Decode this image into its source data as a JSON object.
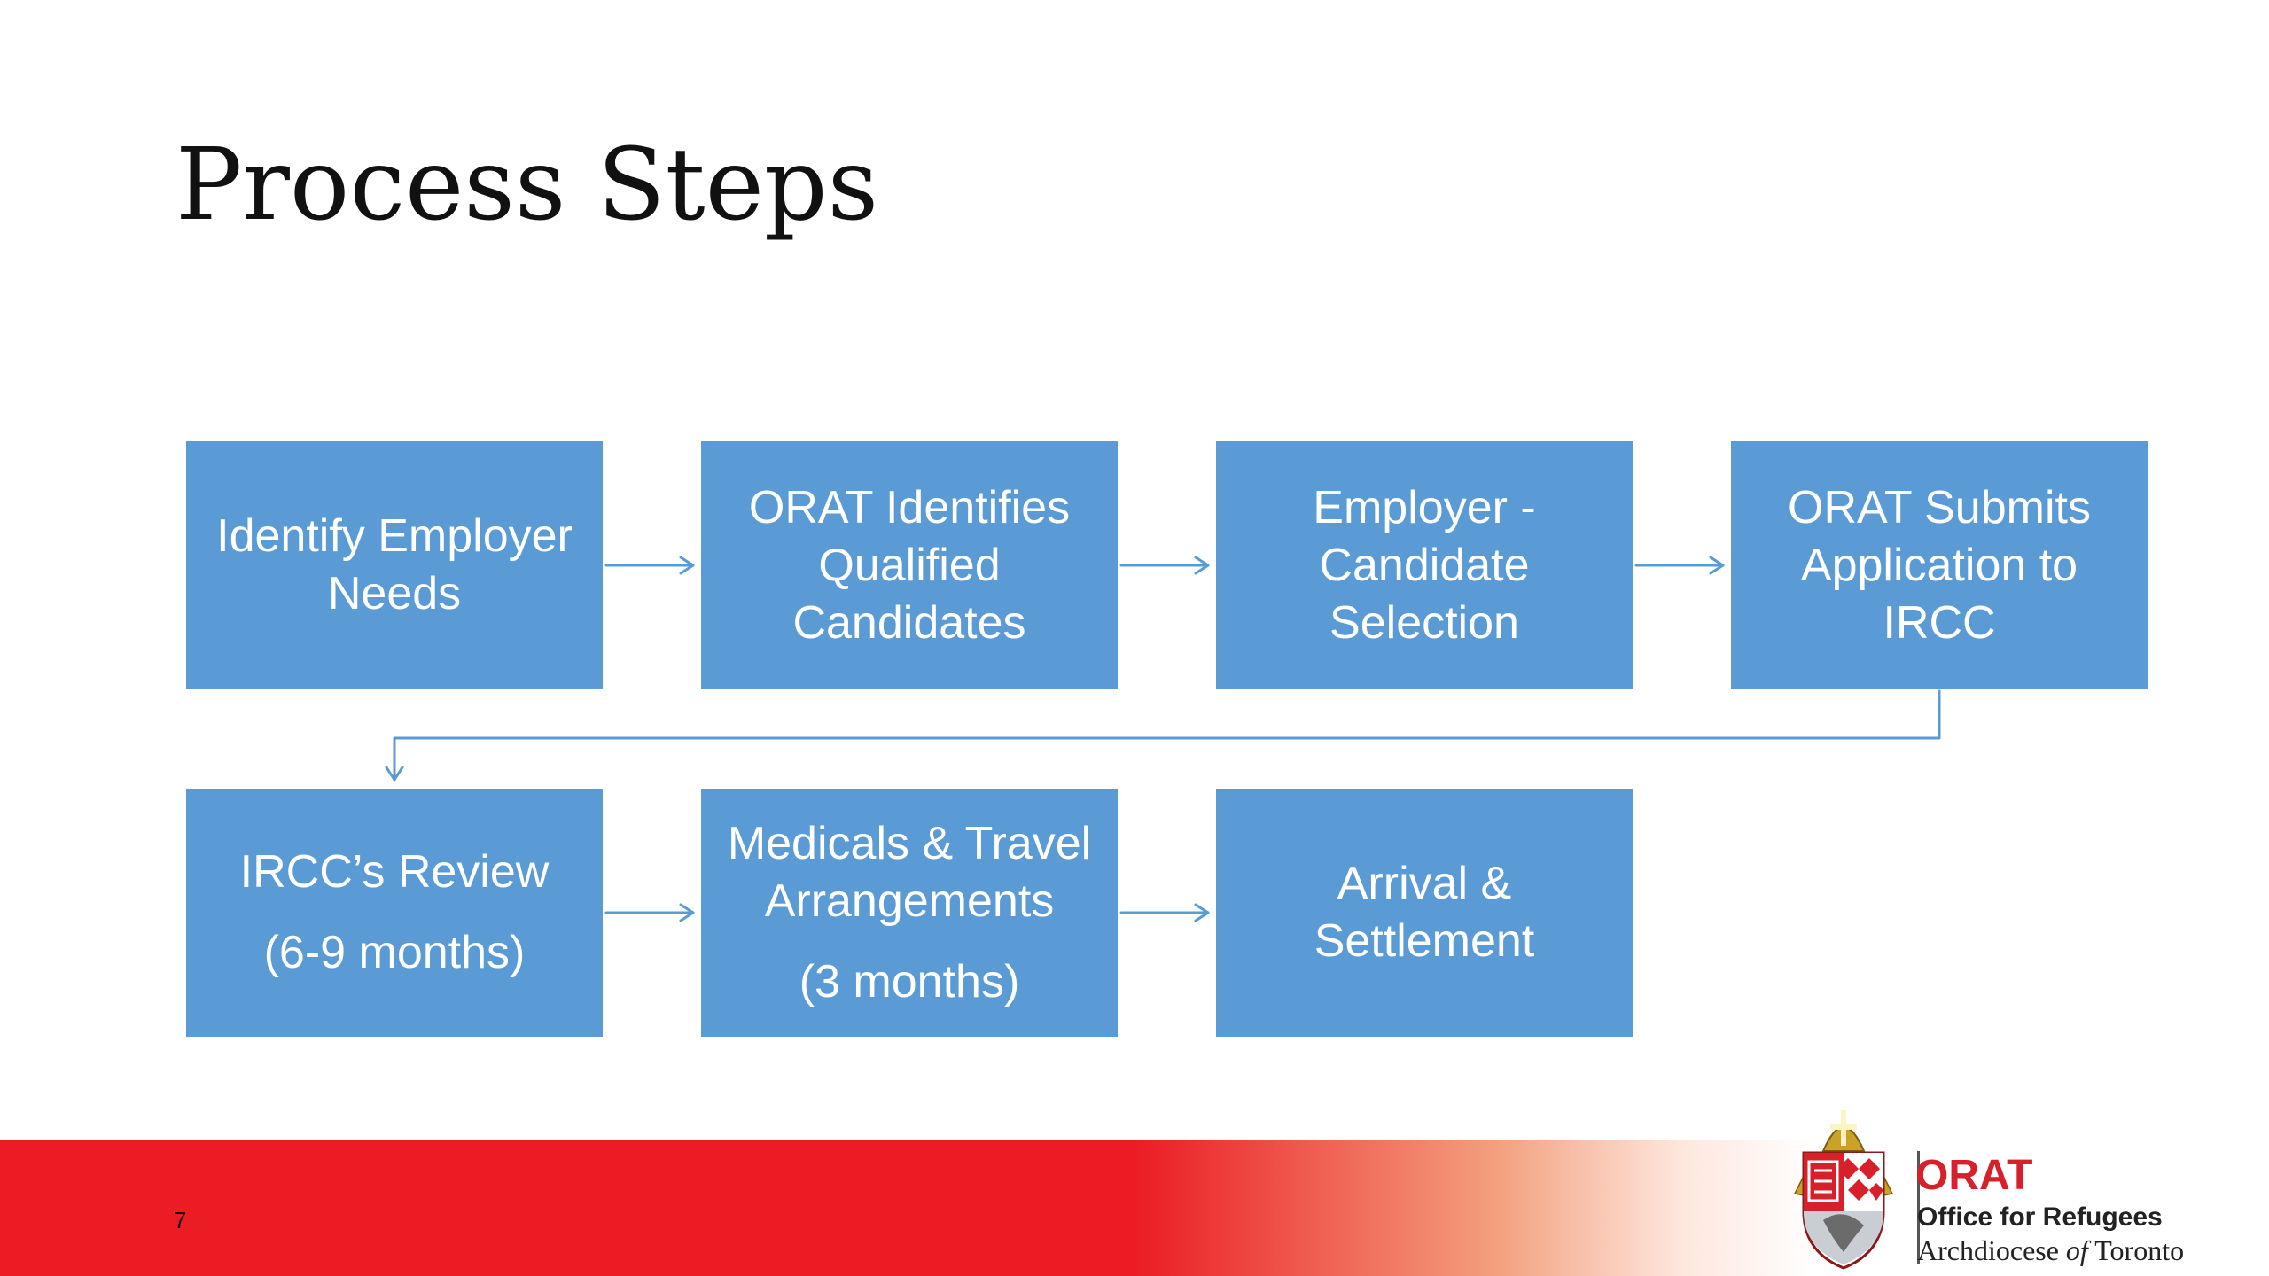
{
  "slide": {
    "title": "Process Steps",
    "page_number": "7"
  },
  "steps": [
    {
      "lines": [
        "Identify Employer",
        "Needs"
      ],
      "sub": ""
    },
    {
      "lines": [
        "ORAT Identifies",
        "Qualified",
        "Candidates"
      ],
      "sub": ""
    },
    {
      "lines": [
        "Employer -",
        "Candidate",
        "Selection"
      ],
      "sub": ""
    },
    {
      "lines": [
        "ORAT Submits",
        "Application to",
        "IRCC"
      ],
      "sub": ""
    },
    {
      "lines": [
        "IRCC’s Review"
      ],
      "sub": "(6-9 months)"
    },
    {
      "lines": [
        "Medicals & Travel",
        "Arrangements"
      ],
      "sub": "(3 months)"
    },
    {
      "lines": [
        "Arrival &",
        "Settlement"
      ],
      "sub": ""
    }
  ],
  "logo": {
    "brand": "ORAT",
    "org_name": "Office for Refugees",
    "arch_prefix": "Archdiocese",
    "arch_of": "of",
    "arch_city": "Toronto"
  },
  "colors": {
    "step_fill": "#5b9bd5",
    "connector": "#5b9bd5",
    "footer_red": "#ec1c24",
    "brand_red": "#d7202a"
  }
}
